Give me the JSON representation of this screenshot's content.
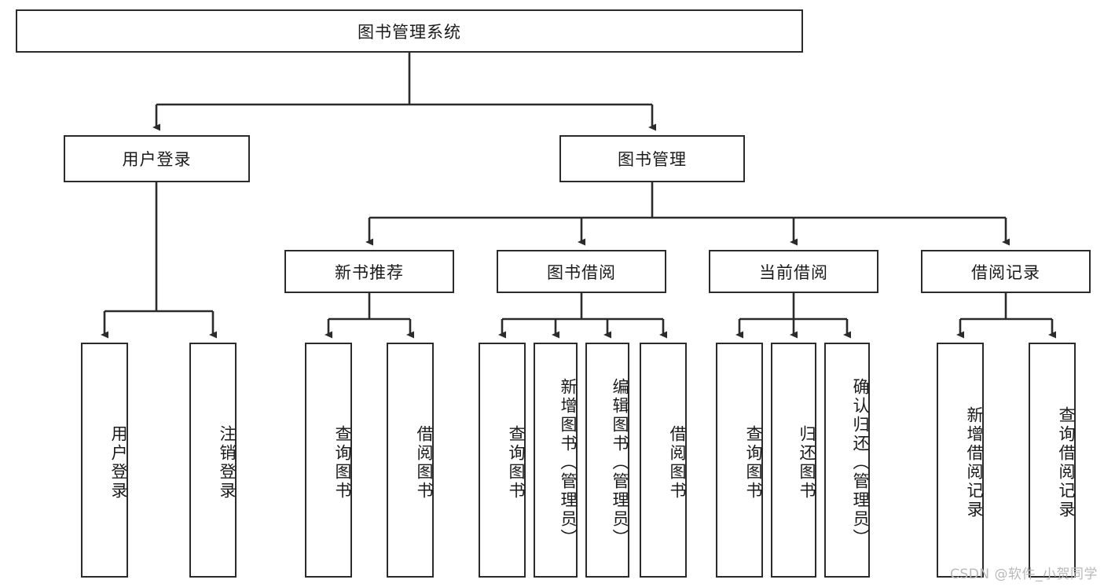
{
  "diagram": {
    "type": "tree",
    "title": "图书管理系统",
    "root": {
      "label": "图书管理系统"
    },
    "level1": [
      {
        "label": "用户登录"
      },
      {
        "label": "图书管理"
      }
    ],
    "level2": [
      {
        "label": "新书推荐"
      },
      {
        "label": "图书借阅"
      },
      {
        "label": "当前借阅"
      },
      {
        "label": "借阅记录"
      }
    ],
    "leaves": {
      "user_login": [
        {
          "label": "用户登录"
        },
        {
          "label": "注销登录"
        }
      ],
      "new_book_recommend": [
        {
          "label": "查询图书"
        },
        {
          "label": "借阅图书"
        }
      ],
      "book_borrow": [
        {
          "label": "查询图书"
        },
        {
          "label": "新增图书（管理员）"
        },
        {
          "label": "编辑图书（管理员）"
        },
        {
          "label": "借阅图书"
        }
      ],
      "current_borrow": [
        {
          "label": "查询图书"
        },
        {
          "label": "归还图书"
        },
        {
          "label": "确认归还（管理员）"
        }
      ],
      "borrow_record": [
        {
          "label": "新增借阅记录"
        },
        {
          "label": "查询借阅记录"
        }
      ]
    }
  },
  "watermark": {
    "text": "CSDN @软件_小贺同学"
  },
  "colors": {
    "border": "#2b2b2b",
    "text": "#1a1a1a",
    "background": "#ffffff",
    "watermark": "#b9b9b9"
  }
}
